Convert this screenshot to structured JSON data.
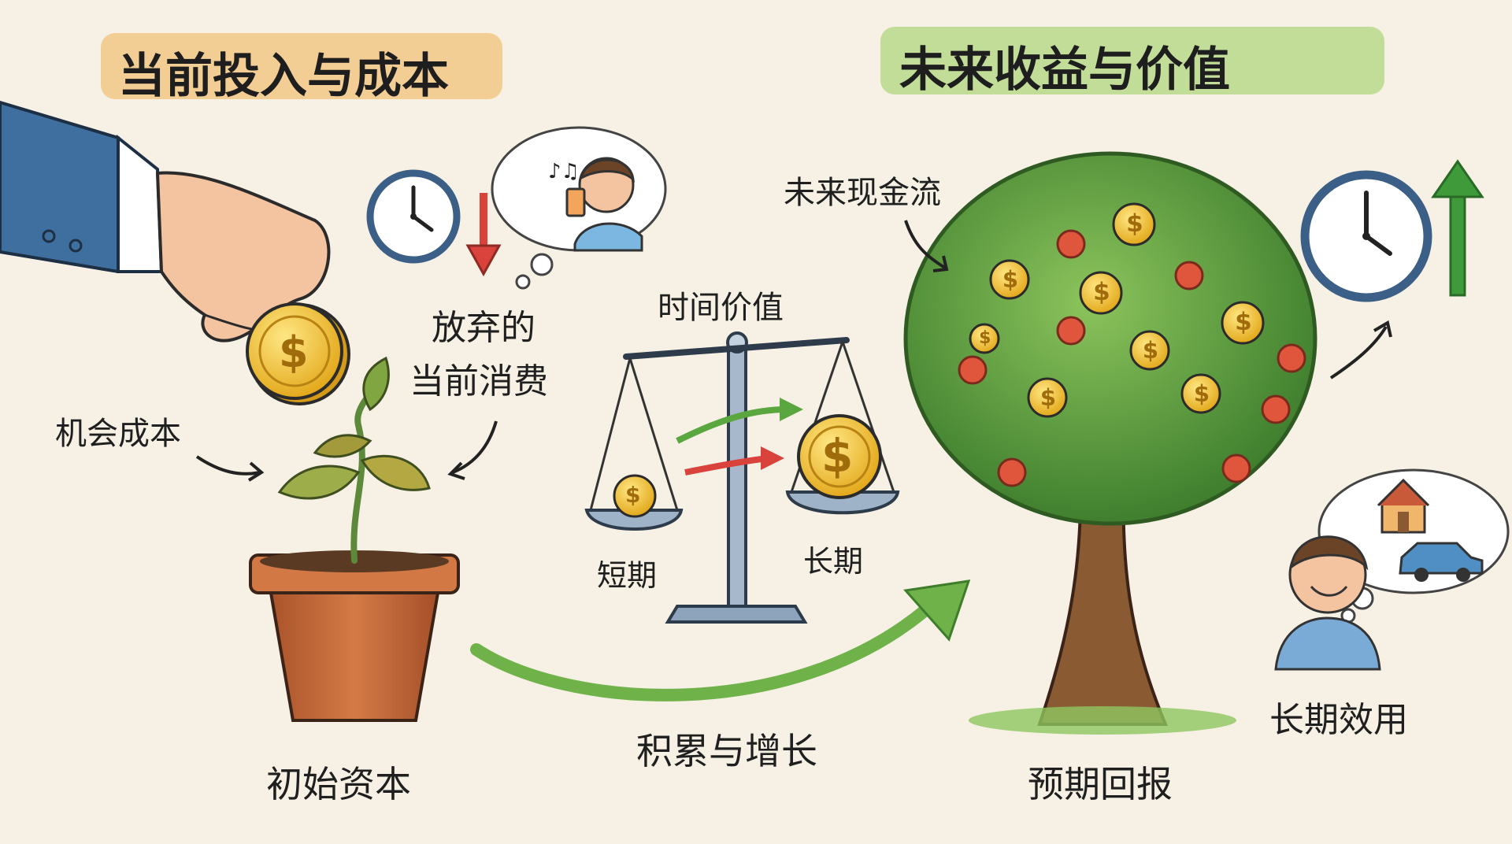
{
  "titles": {
    "left": "当前投入与成本",
    "right": "未来收益与价值"
  },
  "labels": {
    "opportunity_cost": "机会成本",
    "forgone_consumption_line1": "放弃的",
    "forgone_consumption_line2": "当前消费",
    "initial_capital": "初始资本",
    "time_value": "时间价值",
    "short_term": "短期",
    "long_term": "长期",
    "accumulation_growth": "积累与增长",
    "future_cash_flow": "未来现金流",
    "expected_return": "预期回报",
    "long_term_utility": "长期效用"
  },
  "coin_symbol": "$",
  "music_notes": "♪♫",
  "colors": {
    "left_title_highlight": "#f2c886",
    "right_title_highlight": "#b9d98b",
    "down_arrow": "#d9433b",
    "up_arrow": "#3f9a3a",
    "growth_arrow": "#6fb24a",
    "coin": "#f2c230",
    "pot": "#c56a3b",
    "tree_canopy": "#5e9f3f",
    "trunk": "#8a5a32",
    "sleeve": "#3f6f9e"
  }
}
